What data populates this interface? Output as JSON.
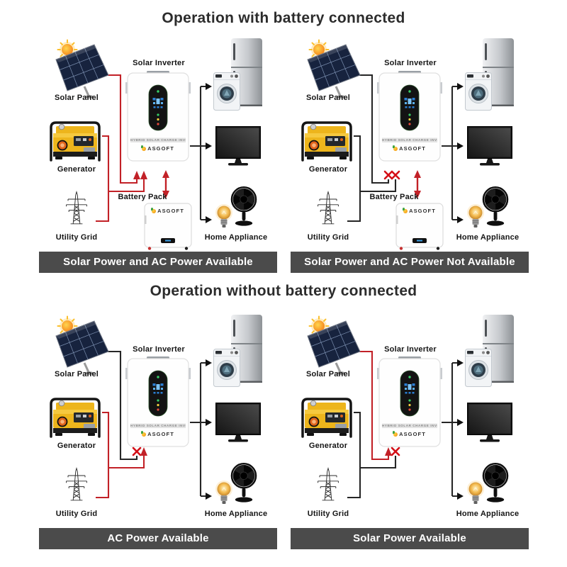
{
  "page": {
    "title_with_battery": "Operation with battery connected",
    "title_without_battery": "Operation without battery connected"
  },
  "brand": "ASGOFT",
  "inverter": {
    "strip_text": "HYBRID SOLAR CHARGE INVERTER"
  },
  "labels": {
    "solar_panel": "Solar Panel",
    "generator": "Generator",
    "utility_grid": "Utility Grid",
    "solar_inverter": "Solar Inverter",
    "battery_pack": "Battery Pack",
    "home_appliance": "Home Appliance"
  },
  "colors": {
    "active_line": "#c22127",
    "inactive_line": "#262626",
    "blocked_x_mark": "#d40f17",
    "caption_bg": "#4b4b4b",
    "caption_text": "#ffffff"
  },
  "panels": [
    {
      "caption": "Solar Power and AC Power Available",
      "battery_connected": true,
      "solar_input": "available",
      "ac_input": "available",
      "battery_flow": "charge and discharge"
    },
    {
      "caption": "Solar Power and AC Power Not Available",
      "battery_connected": true,
      "solar_input": "not available",
      "ac_input": "not available",
      "battery_flow": "charge and discharge"
    },
    {
      "caption": "AC Power Available",
      "battery_connected": false,
      "solar_input": "not available",
      "ac_input": "available",
      "battery_flow": "none"
    },
    {
      "caption": "Solar Power Available",
      "battery_connected": false,
      "solar_input": "available",
      "ac_input": "not available",
      "battery_flow": "none"
    }
  ]
}
